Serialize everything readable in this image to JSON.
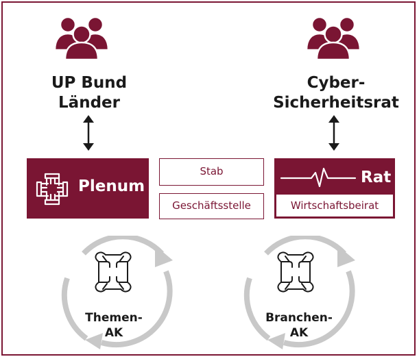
{
  "colors": {
    "accent": "#7a1533",
    "cycle": "#c8c8c8",
    "text": "#1a1a1a"
  },
  "left": {
    "group_icon": "people-group-icon",
    "heading_line1": "UP Bund",
    "heading_line2": "Länder",
    "box_icon": "joined-hands-icon",
    "box_label": "Plenum",
    "cycle_icon": "knot-icon",
    "cycle_line1": "Themen-",
    "cycle_line2": "AK"
  },
  "center": {
    "top_label": "Stab",
    "bottom_label": "Geschäftsstelle"
  },
  "right": {
    "group_icon": "people-group-icon",
    "heading_line1": "Cyber-",
    "heading_line2": "Sicherheitsrat",
    "box_icon": "heartbeat-line-icon",
    "box_label": "Rat",
    "sub_label": "Wirtschaftsbeirat",
    "cycle_icon": "knot-icon",
    "cycle_line1": "Branchen-",
    "cycle_line2": "AK"
  }
}
